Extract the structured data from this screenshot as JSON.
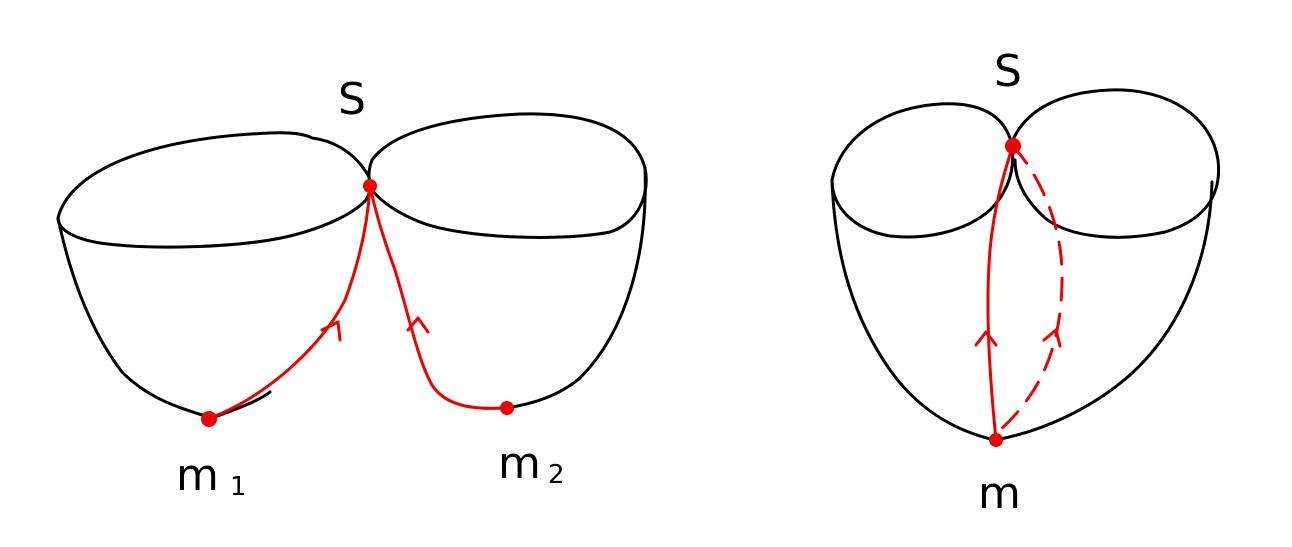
{
  "colors": {
    "ink": "#000000",
    "path": "#ee0000"
  },
  "left_figure": {
    "saddle_label": "S",
    "min1_label": "m",
    "min1_sub": "1",
    "min2_label": "m",
    "min2_sub": "2"
  },
  "right_figure": {
    "saddle_label": "S",
    "min_label": "m"
  }
}
